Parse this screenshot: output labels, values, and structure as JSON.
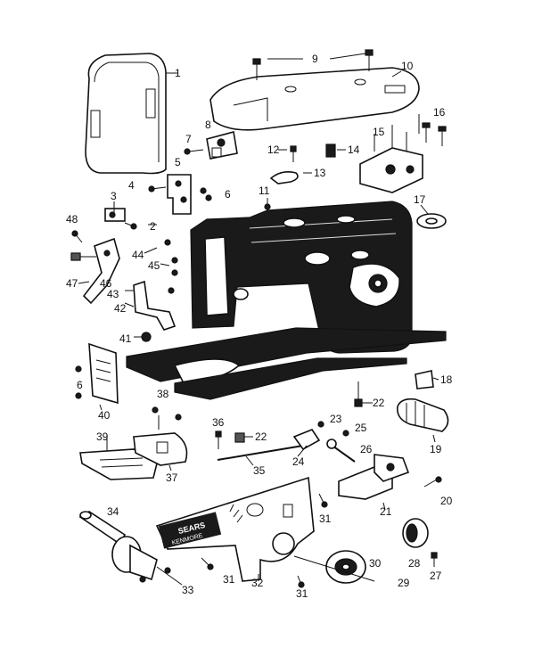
{
  "callouts": {
    "c1": "1",
    "c2": "2",
    "c3": "3",
    "c4": "4",
    "c5": "5",
    "c6a": "6",
    "c6b": "6",
    "c7": "7",
    "c8": "8",
    "c9": "9",
    "c10": "10",
    "c11": "11",
    "c12": "12",
    "c13": "13",
    "c14": "14",
    "c15": "15",
    "c16": "16",
    "c17": "17",
    "c18": "18",
    "c19": "19",
    "c20": "20",
    "c21": "21",
    "c22a": "22",
    "c22b": "22",
    "c23": "23",
    "c24": "24",
    "c25": "25",
    "c26": "26",
    "c27": "27",
    "c28": "28",
    "c29": "29",
    "c30": "30",
    "c31a": "31",
    "c31b": "31",
    "c31c": "31",
    "c32": "32",
    "c33": "33",
    "c34": "34",
    "c35": "35",
    "c36": "36",
    "c37": "37",
    "c38": "38",
    "c39": "39",
    "c40": "40",
    "c41": "41",
    "c42": "42",
    "c43": "43",
    "c44": "44",
    "c45": "45",
    "c46": "46",
    "c47": "47",
    "c48": "48"
  },
  "plate_text": {
    "line1": "SEARS",
    "line2": "KENMORE"
  }
}
